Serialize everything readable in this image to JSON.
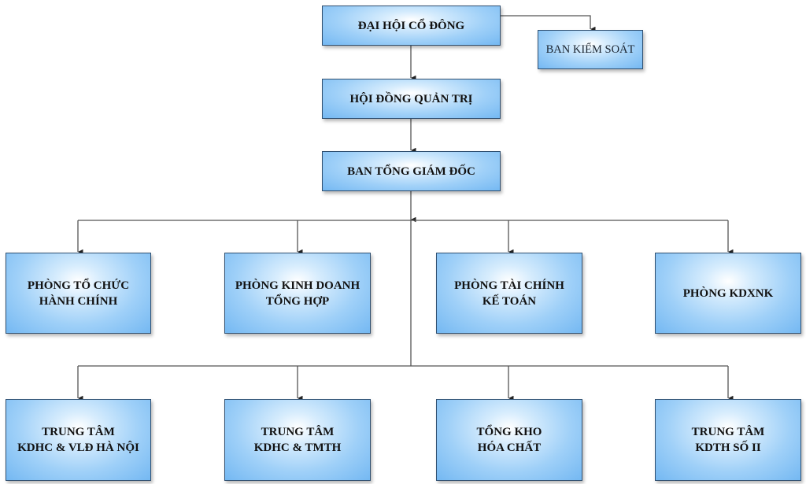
{
  "diagram": {
    "type": "organization-chart",
    "colors": {
      "box_fill_center": "#ffffff",
      "box_fill_edge": "#74b8f2",
      "box_border": "#2f4f70",
      "connector": "#555555",
      "text": "#111111"
    },
    "nodes": {
      "shareholders_meeting": "ĐẠI HỘI CỔ ĐÔNG",
      "supervisory_board": "BAN KIỂM SOÁT",
      "board_of_directors": "HỘI ĐỒNG QUẢN TRỊ",
      "general_directorate": "BAN TỔNG GIÁM ĐỐC",
      "departments": [
        "PHÒNG TỔ CHỨC\nHÀNH CHÍNH",
        "PHÒNG KINH DOANH\nTỔNG HỢP",
        "PHÒNG TÀI CHÍNH\nKẾ TOÁN",
        "PHÒNG KDXNK"
      ],
      "centers": [
        "TRUNG TÂM\nKDHC & VLĐ HÀ NỘI",
        "TRUNG TÂM\nKDHC & TMTH",
        "TỔNG KHO\nHÓA CHẤT",
        "TRUNG TÂM\nKDTH SỐ II"
      ]
    },
    "edges": [
      [
        "ĐẠI HỘI CỔ ĐÔNG",
        "BAN KIỂM SOÁT"
      ],
      [
        "ĐẠI HỘI CỔ ĐÔNG",
        "HỘI ĐỒNG QUẢN TRỊ"
      ],
      [
        "HỘI ĐỒNG QUẢN TRỊ",
        "BAN TỔNG GIÁM ĐỐC"
      ],
      [
        "BAN TỔNG GIÁM ĐỐC",
        "PHÒNG TỔ CHỨC HÀNH CHÍNH"
      ],
      [
        "BAN TỔNG GIÁM ĐỐC",
        "PHÒNG KINH DOANH TỔNG HỢP"
      ],
      [
        "BAN TỔNG GIÁM ĐỐC",
        "PHÒNG TÀI CHÍNH KẾ TOÁN"
      ],
      [
        "BAN TỔNG GIÁM ĐỐC",
        "PHÒNG KDXNK"
      ],
      [
        "BAN TỔNG GIÁM ĐỐC",
        "TRUNG TÂM KDHC & VLĐ HÀ NỘI"
      ],
      [
        "BAN TỔNG GIÁM ĐỐC",
        "TRUNG TÂM KDHC & TMTH"
      ],
      [
        "BAN TỔNG GIÁM ĐỐC",
        "TỔNG KHO HÓA CHẤT"
      ],
      [
        "BAN TỔNG GIÁM ĐỐC",
        "TRUNG TÂM KDTH SỐ II"
      ]
    ]
  }
}
